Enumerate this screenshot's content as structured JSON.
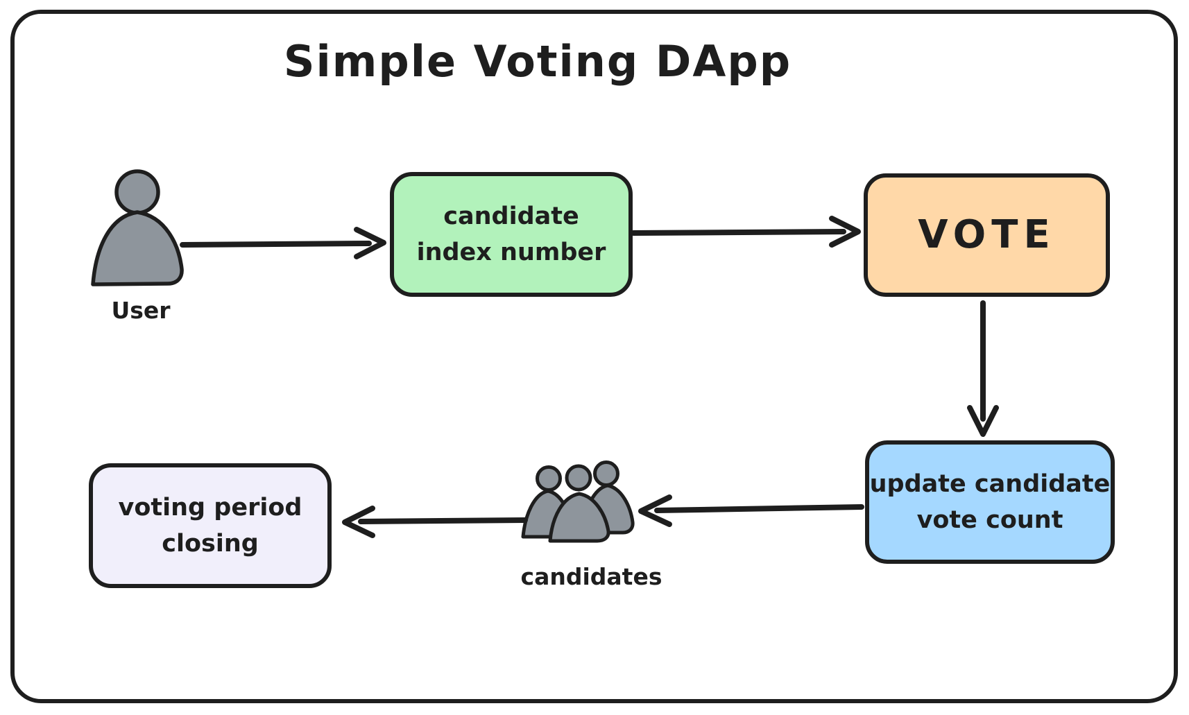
{
  "title": "Simple Voting DApp",
  "diagram": {
    "background": "#ffffff",
    "stroke_color": "#1e1e1e",
    "nodes": {
      "user": {
        "label": "User",
        "icon": "person-icon",
        "fill": "#8e959c"
      },
      "candidate_index": {
        "lines": [
          "candidate",
          "index number"
        ],
        "fill": "#b2f2bb"
      },
      "vote": {
        "label": "VOTE",
        "fill": "#ffd8a8"
      },
      "update_count": {
        "lines": [
          "update candidate",
          "vote count"
        ],
        "fill": "#a5d8ff"
      },
      "candidates": {
        "label": "candidates",
        "icon": "people-group-icon",
        "fill": "#8e959c"
      },
      "voting_period": {
        "lines": [
          "voting period",
          "closing"
        ],
        "fill": "#f1effb"
      }
    },
    "edges": [
      {
        "from": "user",
        "to": "candidate_index"
      },
      {
        "from": "candidate_index",
        "to": "vote"
      },
      {
        "from": "vote",
        "to": "update_count"
      },
      {
        "from": "update_count",
        "to": "candidates"
      },
      {
        "from": "candidates",
        "to": "voting_period"
      }
    ]
  }
}
